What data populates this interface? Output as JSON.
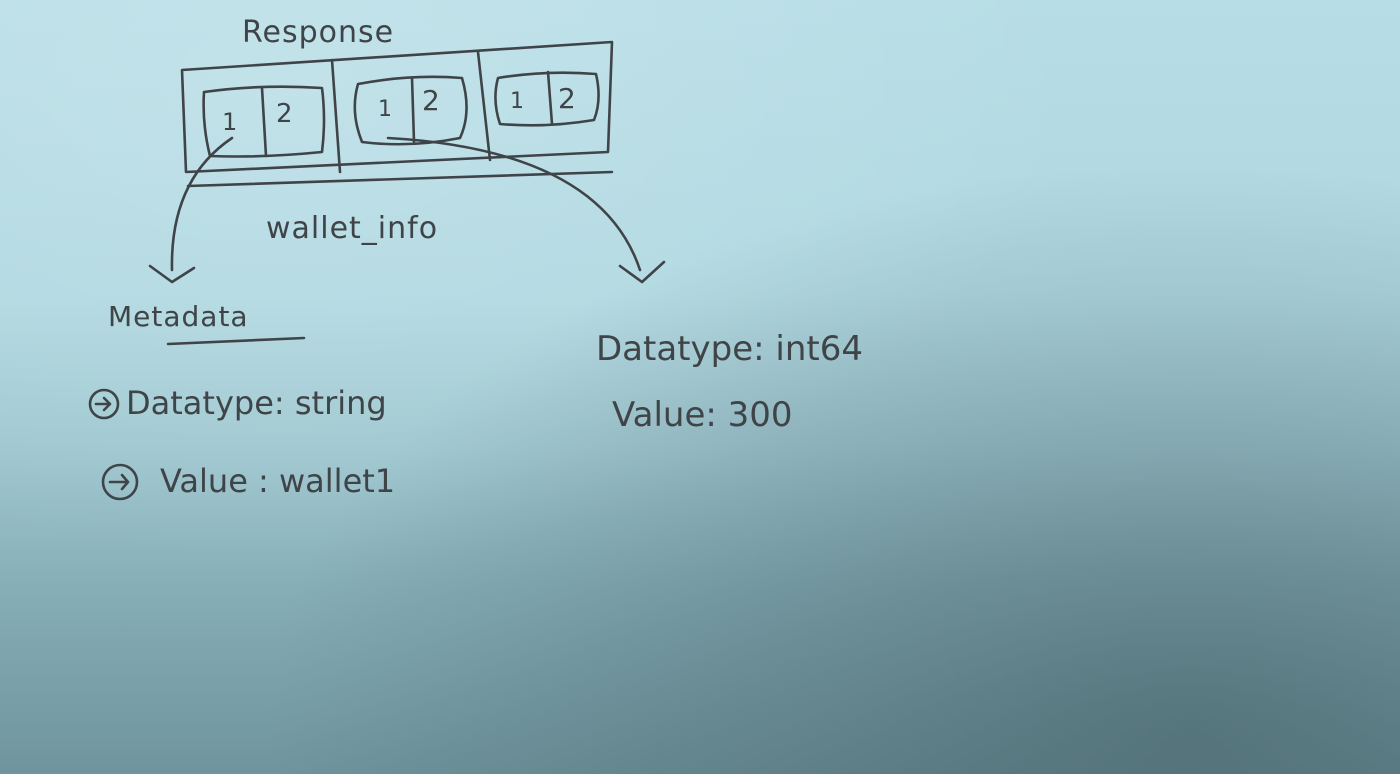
{
  "diagram": {
    "title": "Response",
    "array_label": "wallet_info",
    "cells": [
      {
        "slot_a": "1",
        "slot_b": "2"
      },
      {
        "slot_a": "1",
        "slot_b": "2"
      },
      {
        "slot_a": "1",
        "slot_b": "2"
      }
    ],
    "metadata": {
      "heading": "Metadata",
      "datatype_line": "Datatype: string",
      "value_line": "Value : wallet1"
    },
    "value_field": {
      "datatype_line": "Datatype: int64",
      "value_line": "Value: 300"
    },
    "ink_color": "#3f4448",
    "paper_color": "#b7dde6"
  }
}
